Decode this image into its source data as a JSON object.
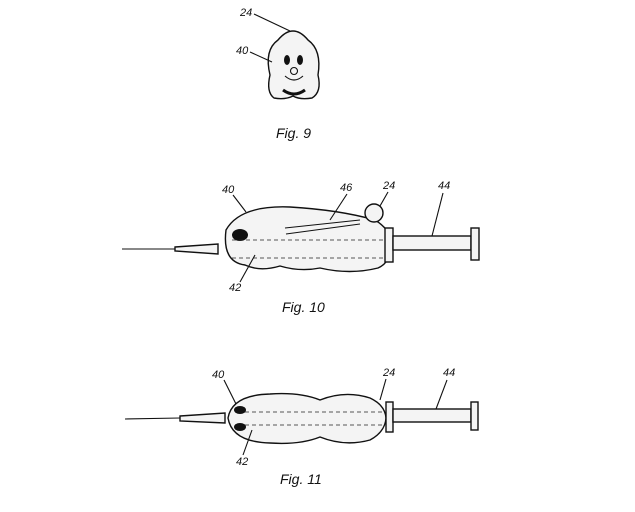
{
  "figures": [
    {
      "caption": "Fig. 9",
      "labels": {
        "top": "24",
        "body": "40"
      }
    },
    {
      "caption": "Fig. 10",
      "labels": {
        "head": "40",
        "cannula": "46",
        "ball": "24",
        "syringe": "44",
        "underside": "42"
      }
    },
    {
      "caption": "Fig. 11",
      "labels": {
        "head": "40",
        "ball": "24",
        "syringe": "44",
        "underside": "42"
      }
    }
  ]
}
